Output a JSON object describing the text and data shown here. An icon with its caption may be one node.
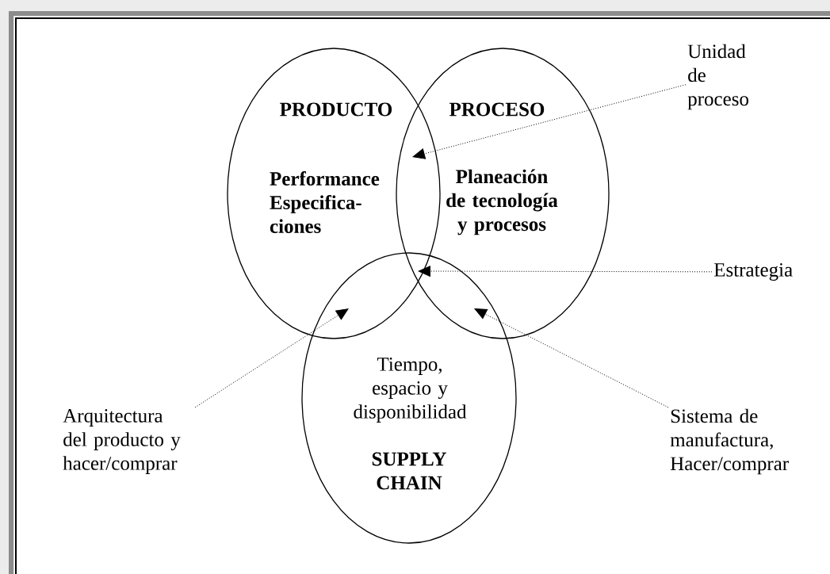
{
  "diagram": {
    "nodes": [
      {
        "text": [
          "PRODUCTO",
          "Performance Especifica- ciones"
        ]
      },
      {
        "text": [
          "PROCESO",
          "Planeación de tecnología y procesos"
        ]
      },
      {
        "text": [
          "Tiempo, espacio y disponibilidad",
          "SUPPLY CHAIN"
        ]
      },
      {
        "text": [
          "Unidad de proceso"
        ]
      },
      {
        "text": [
          "Estrategia"
        ]
      },
      {
        "text": [
          "Arquitectura del producto y hacer/comprar"
        ]
      },
      {
        "text": [
          "Sistema de manufactura, Hacer/comprar"
        ]
      }
    ],
    "edges": [
      {
        "from": 3,
        "to": 0,
        "arrow": "to"
      },
      {
        "from": 4,
        "to": 0,
        "arrow": "to"
      },
      {
        "from": 5,
        "to": 0,
        "arrow": "to"
      },
      {
        "from": 6,
        "to": 1,
        "arrow": "to"
      }
    ]
  }
}
